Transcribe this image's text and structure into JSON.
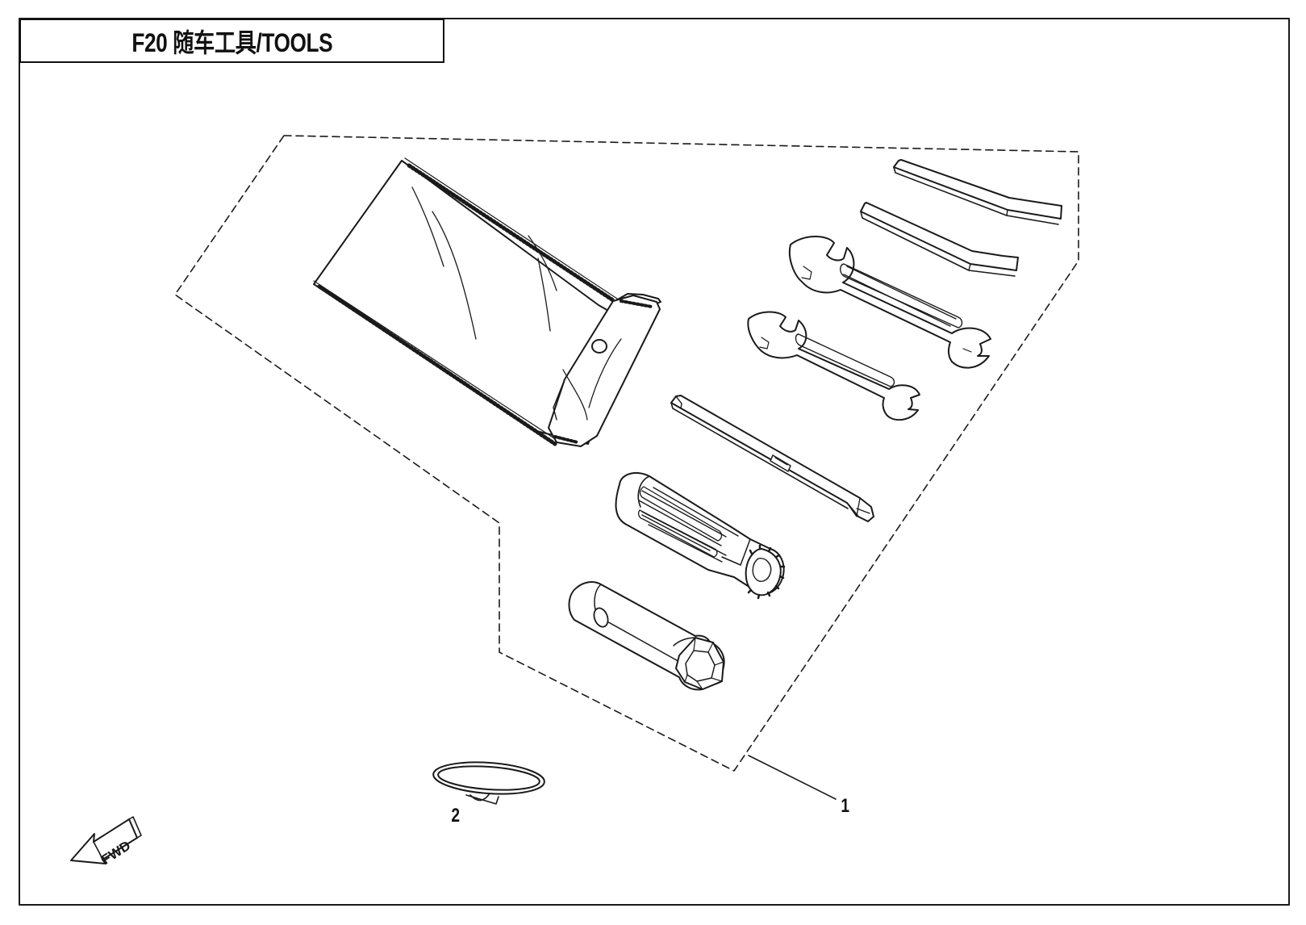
{
  "title": "F20 随车工具/TOOLS",
  "callouts": [
    {
      "number": "1"
    },
    {
      "number": "2"
    }
  ],
  "direction_label": "FWD",
  "colors": {
    "line": "#1a1a1a",
    "paper": "#ffffff"
  }
}
